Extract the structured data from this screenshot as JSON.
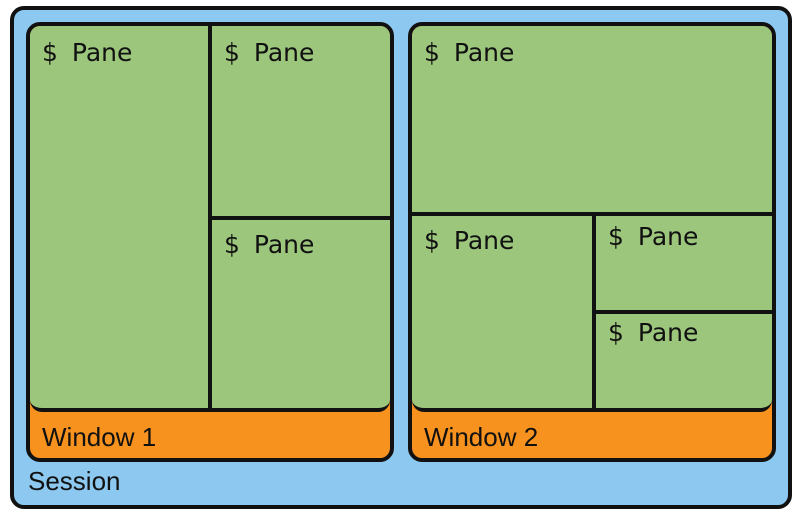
{
  "session": {
    "label": "Session",
    "color": "#8cc8ef"
  },
  "window1": {
    "label": "Window 1",
    "panes": [
      {
        "prompt": "$",
        "label": "Pane"
      },
      {
        "prompt": "$",
        "label": "Pane"
      },
      {
        "prompt": "$",
        "label": "Pane"
      }
    ]
  },
  "window2": {
    "label": "Window 2",
    "panes": [
      {
        "prompt": "$",
        "label": "Pane"
      },
      {
        "prompt": "$",
        "label": "Pane"
      },
      {
        "prompt": "$",
        "label": "Pane"
      },
      {
        "prompt": "$",
        "label": "Pane"
      }
    ]
  },
  "colors": {
    "pane": "#9bc67c",
    "window_bar": "#f7921e",
    "border": "#111111"
  }
}
